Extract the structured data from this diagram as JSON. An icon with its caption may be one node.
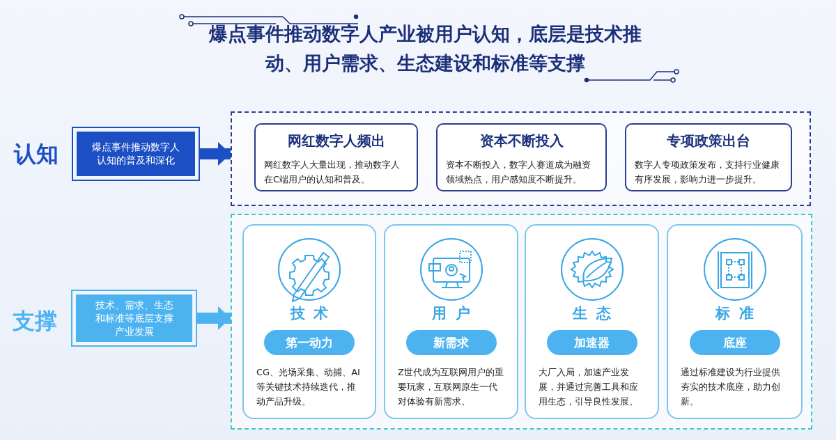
{
  "diagram": {
    "title": "爆点事件推动数字人产业被用户认知，底层是技术推动、用户需求、生态建设和标准等支撑",
    "nodes": [
      {
        "text": [
          "爆点事件推动数字人认知的普及和深化"
        ],
        "beside": [
          "认知"
        ]
      },
      {
        "text": [],
        "shape": "box"
      },
      {
        "text": [
          "网红数字人频出",
          "网红数字人大量出现，推动数字人在C端用户的认知和普及。"
        ],
        "in": 1
      },
      {
        "text": [
          "资本不断投入",
          "资本不断投入，数字人赛道成为融资领域热点，用户感知度不断提升。"
        ],
        "in": 1
      },
      {
        "text": [
          "专项政策出台",
          "数字人专项政策发布，支持行业健康有序发展，影响力进一步提升。"
        ],
        "in": 1
      },
      {
        "text": [
          "技术、需求、生态和标准等底层支撑产业发展"
        ],
        "beside": [
          "支撑"
        ]
      },
      {
        "text": [],
        "shape": "box"
      },
      {
        "text": [
          "技术",
          "第一动力",
          "CG、光场采集、动捕、AI等关键技术持续迭代，推动产品升级。"
        ],
        "in": 6
      },
      {
        "text": [
          "用户",
          "新需求",
          "Z世代成为互联网用户的重要玩家，互联网原生一代对体验有新需求。"
        ],
        "in": 6
      },
      {
        "text": [
          "生态",
          "加速器",
          "大厂入局，加速产业发展，并通过完善工具和应用生态，引导良性发展。"
        ],
        "in": 6
      },
      {
        "text": [
          "标准",
          "底座",
          "通过标准建设为行业提供夯实的技术底座，助力创新。"
        ],
        "in": 6
      }
    ],
    "edges": [
      {
        "from": 0,
        "to": 1,
        "arrow": "to"
      },
      {
        "from": 5,
        "to": 6,
        "arrow": "to",
        "color": "#4db3f0"
      }
    ]
  }
}
